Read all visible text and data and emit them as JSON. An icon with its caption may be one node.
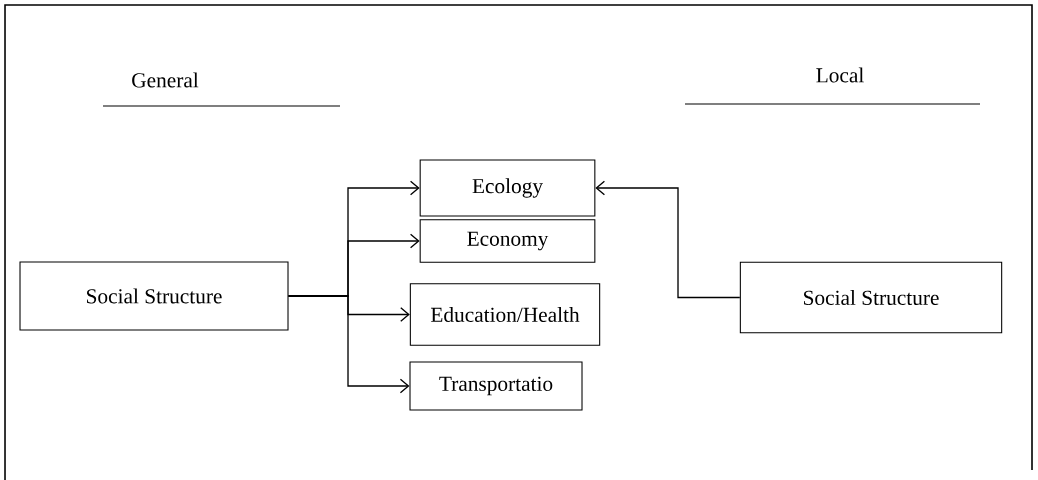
{
  "diagram": {
    "nodes": [
      {
        "text": [
          "Social Structure"
        ]
      },
      {
        "text": [
          "Ecology"
        ]
      },
      {
        "text": [
          "Economy"
        ]
      },
      {
        "text": [
          "Education/Health"
        ]
      },
      {
        "text": [
          "Transportatio"
        ]
      },
      {
        "text": [
          "Social Structure"
        ]
      }
    ],
    "edges": [
      {
        "from": 0,
        "to": 1,
        "arrow": "to"
      },
      {
        "from": 0,
        "to": 2,
        "arrow": "to"
      },
      {
        "from": 0,
        "to": 3,
        "arrow": "to"
      },
      {
        "from": 0,
        "to": 4,
        "arrow": "to"
      },
      {
        "from": 5,
        "to": 1,
        "arrow": "to"
      }
    ],
    "labels": [
      "General",
      "Local"
    ]
  }
}
